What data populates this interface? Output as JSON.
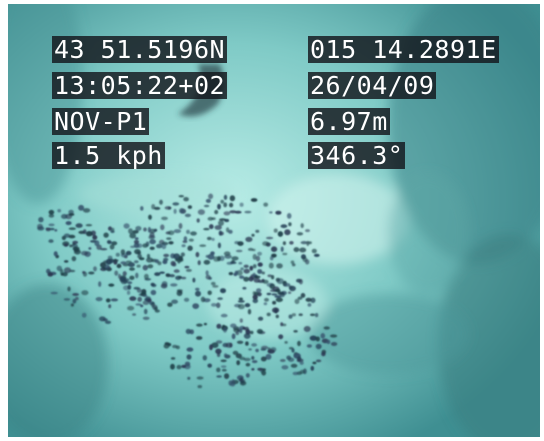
{
  "overlay": {
    "latitude": "43 51.5196N",
    "longitude": "015 14.2891E",
    "time": "13:05:22+02",
    "date": "26/04/09",
    "site": "NOV-P1",
    "depth": "6.97m",
    "speed": "1.5 kph",
    "heading": "346.3°"
  },
  "colors": {
    "water": "#5fb6b6",
    "osd_background": "#14161c",
    "osd_text": "#ffffff"
  }
}
